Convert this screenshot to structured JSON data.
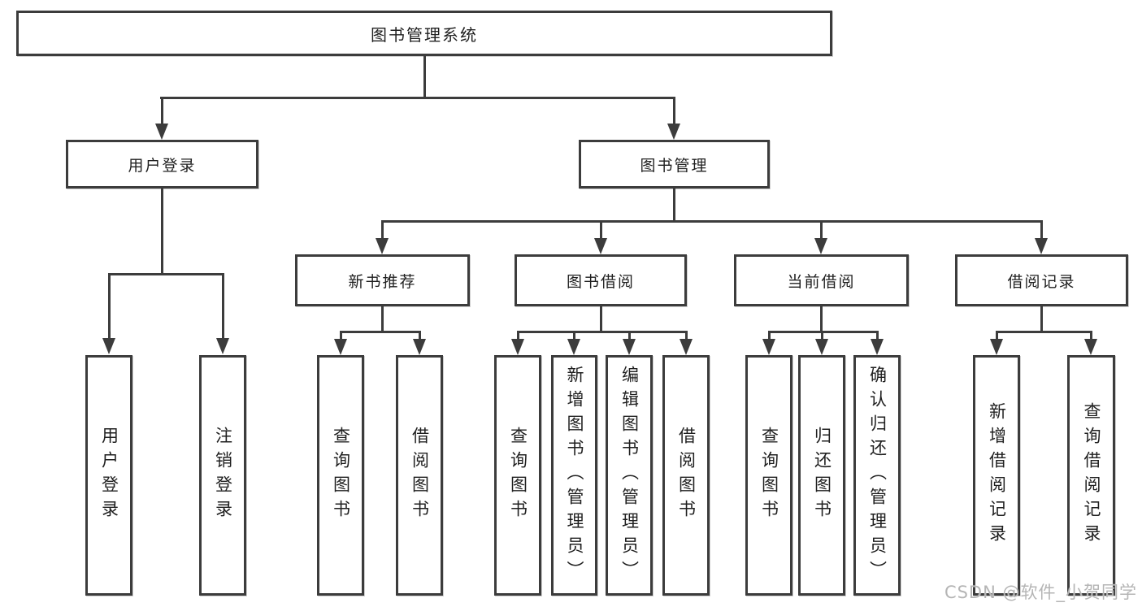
{
  "tree": {
    "root": {
      "label": "图书管理系统",
      "children": [
        {
          "label": "用户登录",
          "children": [
            {
              "label": "用户登录"
            },
            {
              "label": "注销登录"
            }
          ]
        },
        {
          "label": "图书管理",
          "children": [
            {
              "label": "新书推荐",
              "children": [
                {
                  "label": "查询图书"
                },
                {
                  "label": "借阅图书"
                }
              ]
            },
            {
              "label": "图书借阅",
              "children": [
                {
                  "label": "查询图书"
                },
                {
                  "label": "新增图书（管理员）"
                },
                {
                  "label": "编辑图书（管理员）"
                },
                {
                  "label": "借阅图书"
                }
              ]
            },
            {
              "label": "当前借阅",
              "children": [
                {
                  "label": "查询图书"
                },
                {
                  "label": "归还图书"
                },
                {
                  "label": "确认归还（管理员）"
                }
              ]
            },
            {
              "label": "借阅记录",
              "children": [
                {
                  "label": "新增借阅记录"
                },
                {
                  "label": "查询借阅记录"
                }
              ]
            }
          ]
        }
      ]
    }
  },
  "watermark": {
    "text": "CSDN @软件_小贺同学"
  },
  "colors": {
    "line": "#3c3c3c",
    "text": "#1f1f1f",
    "background": "#ffffff",
    "watermark": "#b5b5b5"
  }
}
